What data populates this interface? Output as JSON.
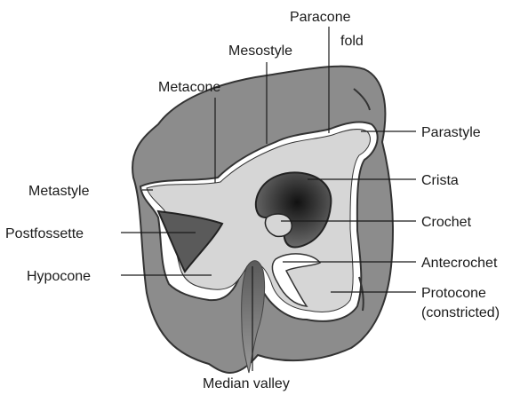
{
  "labels": {
    "paracone_fold_1": "Paracone",
    "paracone_fold_2": "fold",
    "mesostyle": "Mesostyle",
    "metacone": "Metacone",
    "parastyle": "Parastyle",
    "metastyle": "Metastyle",
    "crista": "Crista",
    "postfossette": "Postfossette",
    "crochet": "Crochet",
    "hypocone": "Hypocone",
    "antecrochet": "Antecrochet",
    "protocone_1": "Protocone",
    "protocone_2": "(constricted)",
    "median_valley": "Median valley"
  },
  "colors": {
    "outer_tooth": "#8c8c8c",
    "enamel": "#ffffff",
    "dentine": "#d6d6d6",
    "fossette_dark": "#4a4a4a",
    "leader_line": "#1a1a1a"
  }
}
